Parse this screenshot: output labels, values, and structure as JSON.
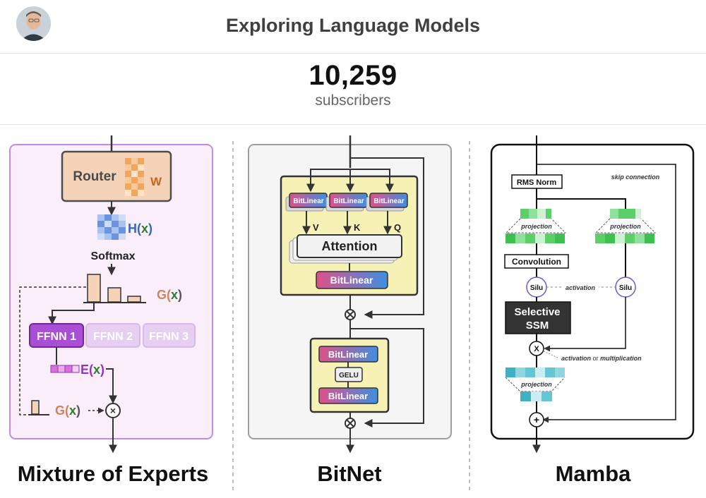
{
  "header": {
    "title": "Exploring Language Models"
  },
  "stats": {
    "count": "10,259",
    "label": "subscribers"
  },
  "moe": {
    "router": "Router",
    "w": "W",
    "hx_prefix": "H(",
    "x": "x",
    "close": ")",
    "softmax": "Softmax",
    "gx_prefix": "G(",
    "ffnn1": "FFNN 1",
    "ffnn2": "FFNN 2",
    "ffnn3": "FFNN 3",
    "ex_prefix": "E(",
    "multiply": "×",
    "caption": "Mixture of Experts"
  },
  "bitnet": {
    "bitlinear": "BitLinear",
    "v": "V",
    "k": "K",
    "q": "Q",
    "attention": "Attention",
    "gelu": "GELU",
    "caption": "BitNet"
  },
  "mamba": {
    "rms_norm": "RMS Norm",
    "skip": "skip connection",
    "projection": "projection",
    "convolution": "Convolution",
    "silu": "Silu",
    "activation": "activation",
    "selective": "Selective",
    "ssm": "SSM",
    "x_op": "X",
    "act_or": "activation",
    "or": "or",
    "mult": "multiplication",
    "plus": "+",
    "caption": "Mamba"
  },
  "colors": {
    "moe_bg": "#f9eefa",
    "moe_border": "#c58be0",
    "router_fill": "#f5d3b8",
    "bitnet_bg": "#f5f5f5",
    "bitnet_block": "#f6f1b4",
    "bitlinear_gradient": [
      "#e0508a",
      "#3d8fe0"
    ],
    "ffnn_active": "#a94fd6",
    "mamba_green": "#5ccf6b",
    "mamba_teal": "#63c6d4"
  }
}
